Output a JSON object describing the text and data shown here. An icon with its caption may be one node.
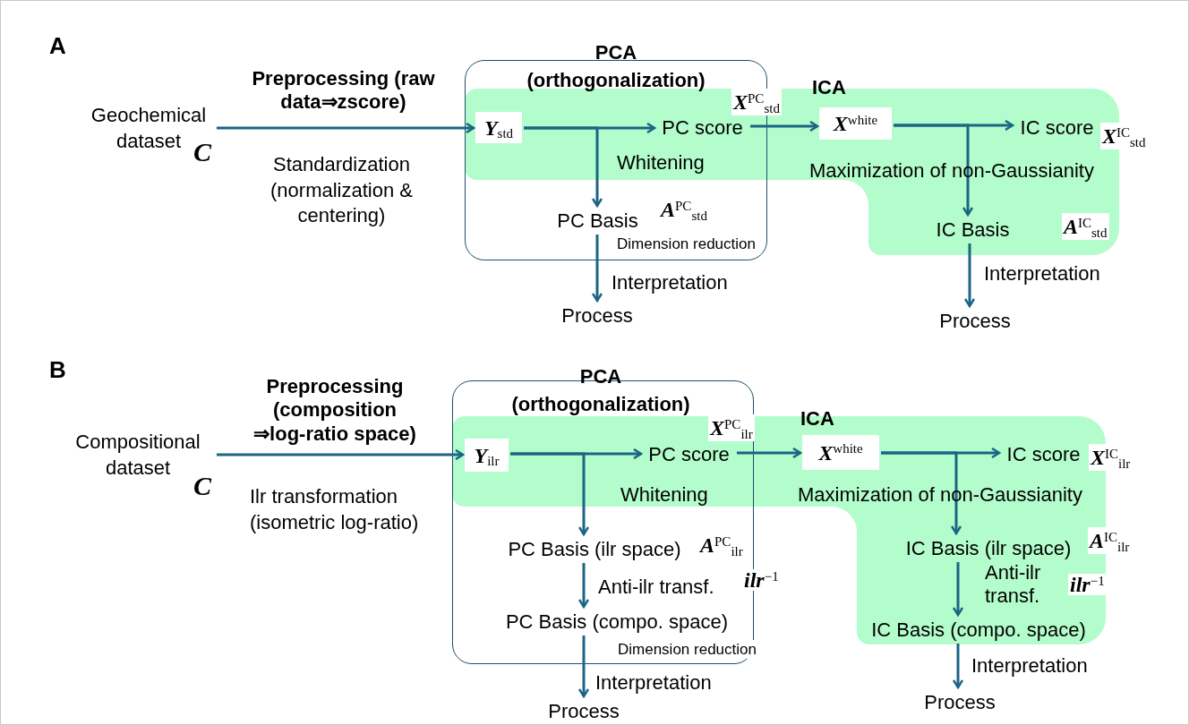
{
  "diagram": {
    "nodes": [
      {
        "text": [
          "Geochemical dataset",
          "C"
        ]
      },
      {
        "text": [
          "**Y**$_{std}$"
        ]
      },
      {
        "text": [
          "PC score"
        ],
        "beside": [
          "**X**$^{PC}$$_{std}$"
        ]
      },
      {
        "text": [
          "**X**$^{white}$"
        ]
      },
      {
        "text": [
          "IC score"
        ],
        "beside": [
          "**X**$^{IC}$$_{std}$"
        ]
      },
      {
        "text": [
          "PC Basis"
        ],
        "beside": [
          "**A**$^{PC}$$_{std}$"
        ]
      },
      {
        "text": [
          "IC Basis"
        ],
        "beside": [
          "**A**$^{IC}$$_{std}$"
        ]
      },
      {
        "text": [
          "Process"
        ]
      },
      {
        "text": [
          "Process"
        ]
      },
      {
        "text": [
          "Compositional dataset",
          "C"
        ]
      },
      {
        "text": [
          "**Y**$_{ilr}$"
        ]
      },
      {
        "text": [
          "PC score"
        ],
        "beside": [
          "**X**$^{PC}$$_{ilr}$"
        ]
      },
      {
        "text": [
          "**X**$^{white}$"
        ]
      },
      {
        "text": [
          "IC score"
        ],
        "beside": [
          "**X**$^{IC}$$_{ilr}$"
        ]
      },
      {
        "text": [
          "PC Basis (ilr space)"
        ],
        "beside": [
          "**A**$^{PC}$$_{ilr}$"
        ]
      },
      {
        "text": [
          "PC Basis (compo. space)"
        ]
      },
      {
        "text": [
          "IC Basis (ilr space)"
        ],
        "beside": [
          "**A**$^{IC}$$_{ilr}$"
        ]
      },
      {
        "text": [
          "IC Basis (compo. space)"
        ]
      },
      {
        "text": [
          "Process"
        ]
      },
      {
        "text": [
          "Process"
        ]
      }
    ],
    "edges": [
      {
        "from": 0,
        "to": 1,
        "arrow": "to",
        "label": "Preprocessing (raw data⇒zscore)"
      },
      {
        "from": 1,
        "to": 2,
        "arrow": "to"
      },
      {
        "from": 1,
        "to": 5,
        "arrow": "to"
      },
      {
        "from": 2,
        "to": 3,
        "arrow": "to"
      },
      {
        "from": 3,
        "to": 4,
        "arrow": "to"
      },
      {
        "from": 3,
        "to": 6,
        "arrow": "to"
      },
      {
        "from": 5,
        "to": 7,
        "arrow": "to",
        "label": "Interpretation"
      },
      {
        "from": 6,
        "to": 8,
        "arrow": "to",
        "label": "Interpretation"
      },
      {
        "from": 9,
        "to": 10,
        "arrow": "to",
        "label": "Preprocessing (composition ⇒log-ratio space)"
      },
      {
        "from": 10,
        "to": 11,
        "arrow": "to"
      },
      {
        "from": 10,
        "to": 14,
        "arrow": "to"
      },
      {
        "from": 11,
        "to": 12,
        "arrow": "to"
      },
      {
        "from": 12,
        "to": 13,
        "arrow": "to"
      },
      {
        "from": 12,
        "to": 16,
        "arrow": "to"
      },
      {
        "from": 14,
        "to": 15,
        "arrow": "to",
        "label": "Anti-ilr transf."
      },
      {
        "from": 16,
        "to": 17,
        "arrow": "to",
        "label": "Anti-ilr transf."
      },
      {
        "from": 15,
        "to": 18,
        "arrow": "to",
        "label": "Interpretation"
      },
      {
        "from": 17,
        "to": 19,
        "arrow": "to",
        "label": "Interpretation"
      }
    ],
    "labels": [
      "A",
      "PCA (orthogonalization)",
      "ICA",
      "Standardization (normalization & centering)",
      "Whitening",
      "Maximization of non-Gaussianity",
      "Dimension reduction",
      "B",
      "PCA (orthogonalization)",
      "ICA",
      "Ilr transformation (isometric log-ratio)",
      "Whitening",
      "Maximization of non-Gaussianity",
      "**ilr**$^{−1}$",
      "Dimension reduction",
      "**ilr**$^{−1}$"
    ]
  }
}
